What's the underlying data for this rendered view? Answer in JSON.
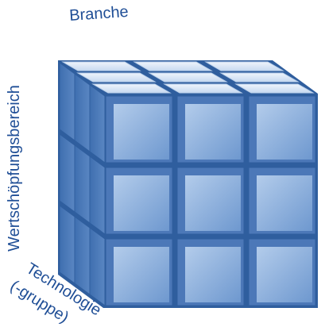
{
  "diagram": {
    "labels": {
      "top": "Branche",
      "left": "Wertschöpfungsbereich",
      "front_line1": "Technologie",
      "front_line2": "(-gruppe)"
    },
    "grid": {
      "columns": 3,
      "rows": 3,
      "depth": 3
    },
    "colors": {
      "front_face": "#7fa6d8",
      "front_face_light": "#a9c4e8",
      "side_face": "#4c78b8",
      "top_face": "#d9e6f6",
      "top_face_edge": "#b9cfea",
      "gap": "#2f5e9e",
      "label": "#1f4e96"
    }
  }
}
